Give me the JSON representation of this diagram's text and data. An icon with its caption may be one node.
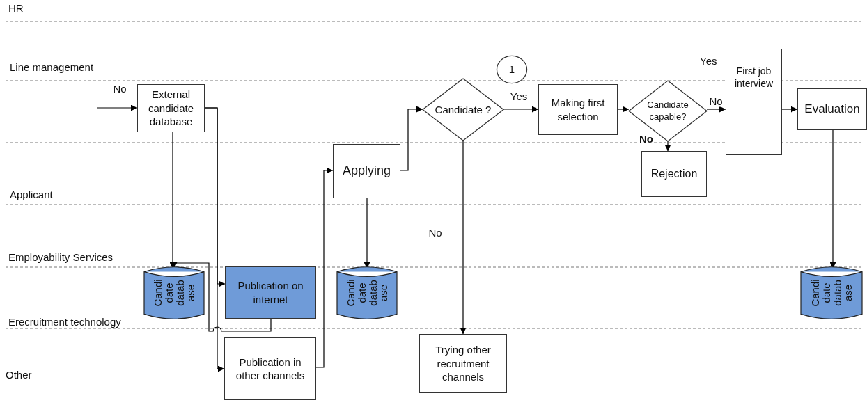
{
  "diagram": {
    "nodes": [
      {
        "text": [
          "External candidate database"
        ]
      },
      {
        "text": [
          "Applying"
        ]
      },
      {
        "text": [
          "1"
        ]
      },
      {
        "text": [
          "Candidate ?"
        ]
      },
      {
        "text": [
          "Making first selection"
        ]
      },
      {
        "text": [
          "Candidate capable?"
        ]
      },
      {
        "text": [
          "First job interview"
        ]
      },
      {
        "text": [
          "Evaluation"
        ]
      },
      {
        "text": [
          "Rejection"
        ]
      },
      {
        "text": [
          "Candi date datab ase"
        ]
      },
      {
        "text": [
          "Publication on internet"
        ]
      },
      {
        "text": [
          "Candi date datab ase"
        ]
      },
      {
        "text": [
          "Candi date datab ase"
        ]
      },
      {
        "text": [
          "Publication in other channels"
        ]
      },
      {
        "text": [
          "Trying other recruitment channels"
        ]
      }
    ],
    "edges": [
      {
        "from": null,
        "to": 0,
        "arrow": "to",
        "label": "No"
      },
      {
        "from": 0,
        "to": 9,
        "arrow": "to"
      },
      {
        "from": 0,
        "to": 10,
        "arrow": "to"
      },
      {
        "from": 0,
        "to": 13,
        "arrow": "to"
      },
      {
        "from": 10,
        "to": 9,
        "arrow": "to"
      },
      {
        "from": 13,
        "to": 1,
        "arrow": "to"
      },
      {
        "from": 1,
        "to": 3,
        "arrow": "to"
      },
      {
        "from": 1,
        "to": 11,
        "arrow": "to"
      },
      {
        "from": 3,
        "to": 4,
        "arrow": "to",
        "label": "Yes"
      },
      {
        "from": 3,
        "to": 14,
        "arrow": "to",
        "label": "No"
      },
      {
        "from": 4,
        "to": 5,
        "arrow": "to"
      },
      {
        "from": 5,
        "to": 6,
        "arrow": "to",
        "label": "No"
      },
      {
        "from": 5,
        "to": 8,
        "arrow": "to",
        "label": "No"
      },
      {
        "from": 6,
        "to": 7,
        "arrow": "to"
      },
      {
        "from": 7,
        "to": 12,
        "arrow": "to"
      }
    ],
    "labels": [
      "HR",
      "Line management",
      "Applicant",
      "Employability Services",
      "Erecruitment technology",
      "Other",
      "Yes"
    ]
  }
}
